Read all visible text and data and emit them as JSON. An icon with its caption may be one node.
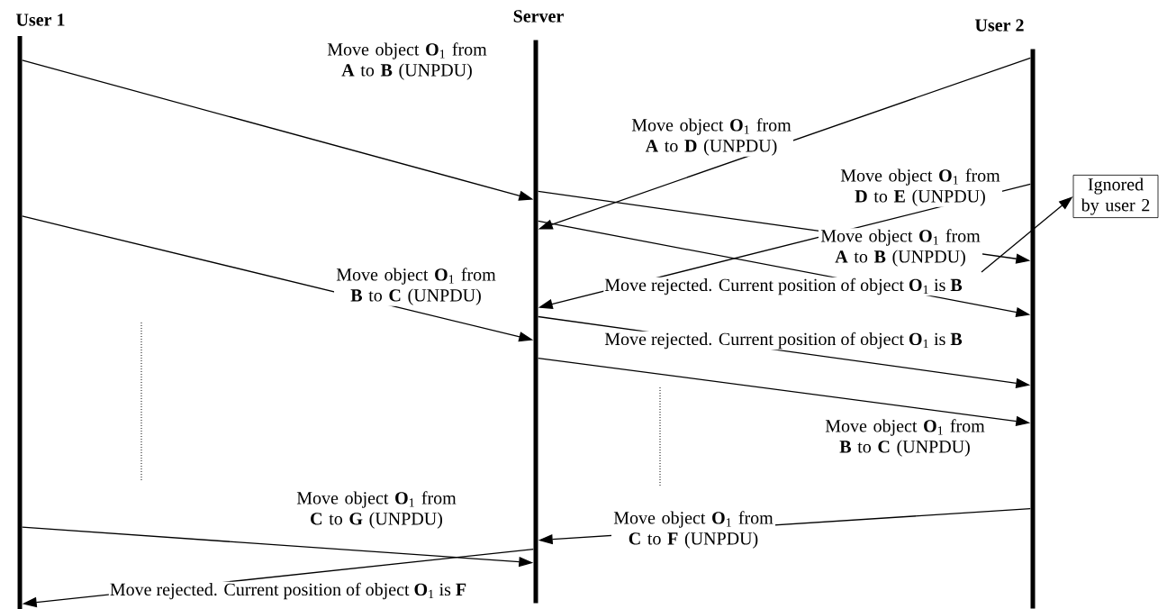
{
  "diagram": {
    "nodes": [
      {
        "text": [
          "User 1"
        ]
      },
      {
        "text": [
          "Server"
        ]
      },
      {
        "text": [
          "User 2"
        ]
      },
      {
        "text": [
          "Ignored by user 2"
        ]
      }
    ],
    "edges": [
      {
        "from": 0,
        "to": 1,
        "arrow": "to",
        "label": "Move object **O**$_{1}$ from **A** to **B** (UNPDU)"
      },
      {
        "from": 2,
        "to": 1,
        "arrow": "to",
        "label": "Move object **O**$_{1}$ from **A** to **D** (UNPDU)"
      },
      {
        "from": 2,
        "to": 1,
        "arrow": "to",
        "label": "Move object **O**$_{1}$ from **D** to **E** (UNPDU)"
      },
      {
        "from": 1,
        "to": 2,
        "arrow": "to",
        "label": "Move object **O**$_{1}$ from **A** to **B** (UNPDU)"
      },
      {
        "from": 1,
        "to": 2,
        "arrow": "to",
        "label": "Move rejected. Current position of object **O**$_{1}$ is **B**"
      },
      {
        "from": 0,
        "to": 1,
        "arrow": "to",
        "label": "Move object **O**$_{1}$ from **B** to **C** (UNPDU)"
      },
      {
        "from": 1,
        "to": 2,
        "arrow": "to",
        "label": "Move rejected. Current position of object **O**$_{1}$ is **B**"
      },
      {
        "from": 1,
        "to": 2,
        "arrow": "to",
        "label": "Move object **O**$_{1}$ from **B** to **C** (UNPDU)"
      },
      {
        "from": 0,
        "to": 1,
        "arrow": "to",
        "label": "Move object **O**$_{1}$ from **C** to **G** (UNPDU)"
      },
      {
        "from": 2,
        "to": 1,
        "arrow": "to",
        "label": "Move object **O**$_{1}$ from **C** to **F** (UNPDU)"
      },
      {
        "from": 1,
        "to": 0,
        "arrow": "to",
        "label": "Move rejected. Current position of object **O**$_{1}$ is **F**"
      },
      {
        "from": null,
        "to": 3,
        "arrow": "to"
      }
    ]
  }
}
